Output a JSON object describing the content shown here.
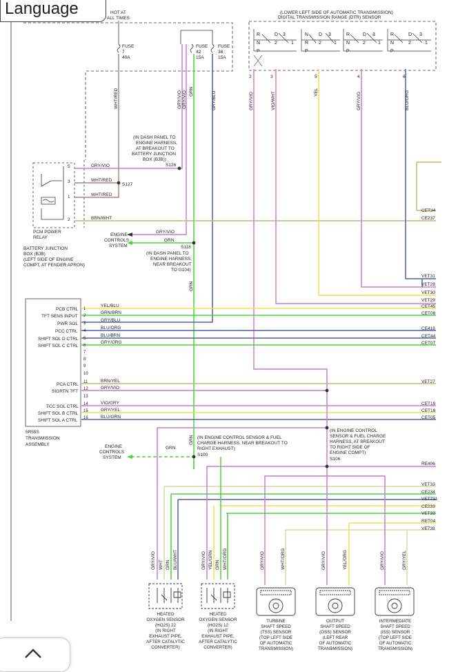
{
  "ui": {
    "language_button": "Language",
    "collapse_icon": "chevron-up-icon"
  },
  "colors": {
    "wire_gry_vio": "#c77dd4",
    "wire_green": "#4fd13a",
    "wire_yellow": "#e9e64a",
    "wire_blue": "#4e5fb0",
    "wire_brown": "#c8b46a",
    "wire_red": "#b08080",
    "ink": "#222222"
  },
  "labels": {
    "hot_at_all_times": [
      "HOT AT",
      "ALL TIMES"
    ],
    "fuse7": [
      "FUSE",
      "7",
      "40A"
    ],
    "fuse42": [
      "FUSE",
      "42",
      "15A"
    ],
    "fuse38": [
      "FUSE",
      "38",
      "15A"
    ],
    "dtr_header": [
      "(LOWER LEFT SIDE OF AUTOMATIC TRANSMISSION)",
      "DIGITAL TRANSMISSION RANGE (DTR) SENSOR"
    ],
    "dtr_pins": [
      "2",
      "3",
      "5",
      "4",
      "6"
    ],
    "wire_top": [
      "WHT/RED",
      "GRY/VIO",
      "GRY/VIO",
      "GRN",
      "GRY/BLU",
      "GRY/VIO",
      "VIO/WHT",
      "YEL",
      "GRY/VIO",
      "BLU/ORG"
    ],
    "s126_note": [
      "(IN DASH PANEL TO",
      "ENGINE HARNESS,",
      "AT BREAKOUT TO",
      "BATTERY JUNCTION",
      "BOX (BJB))",
      "S126"
    ],
    "relay_pins": [
      "5",
      "3",
      "1",
      "2"
    ],
    "relay_wires": [
      "GRY/VIO",
      "WHT/RED",
      "WHT/RED",
      "BRN/WHT"
    ],
    "s127": "S127",
    "pcm_relay": [
      "PCM POWER",
      "RELAY"
    ],
    "bjb_note": [
      "BATTERY JUNCTION",
      "BOX (BJB)",
      "(LEFT SIDE OF ENGINE",
      "COMPT, AT FENDER APRON)"
    ],
    "engine_controls_system": [
      "ENGINE",
      "CONTROLS",
      "SYSTEM"
    ],
    "ecs_wires": [
      "GRY/VIO",
      "GRN"
    ],
    "s118_note": [
      "S118",
      "(IN DASH PANEL TO",
      "ENGINE HARNESS,",
      "NEAR BREAKOUT",
      "TO G104)"
    ],
    "right_refs_top": [
      "CET34",
      "CE237",
      "VET31",
      "VET28",
      "VET30",
      "VET29"
    ],
    "trans_labels": [
      "PCB CTRL",
      "TFT SENS INPUT",
      "PWR SOL",
      "PCC CTRL",
      "SHIFT SOL D CTRL",
      "SHIFT SOL C CTRL",
      "PCA CTRL",
      "SIGRTN TFT",
      "TCC SOL CTRL",
      "SHIFT SOL B CTRL",
      "SHIFT SOL A CTRL"
    ],
    "trans_pins": [
      "1",
      "2",
      "3",
      "4",
      "5",
      "6",
      "7",
      "8",
      "9",
      "10",
      "11",
      "12",
      "13",
      "14",
      "15",
      "16"
    ],
    "trans_wire_labels": [
      "YEL/BLU",
      "GRN/BRN",
      "GRY/BLU",
      "BLU/ORG",
      "BLU/BRN",
      "GRY/ORG",
      "BRN/YEL",
      "GRY/VIO",
      "VIO/GRY",
      "GRY/YEL",
      "BLU/GRN"
    ],
    "trans_refs": [
      "CET45",
      "CET06",
      "CE418",
      "CET44",
      "CET07",
      "VET27",
      "CET19",
      "CET18",
      "CET05"
    ],
    "trans_assembly": [
      "5R55S",
      "TRANSMISSION",
      "ASSEMBLY"
    ],
    "s100_note": [
      "(IN ENGINE CONTROL SENSOR & FUEL",
      "CHARGE HARNESS, NEAR BREAKOUT TO",
      "RIGHT EXHAUST)",
      "S100"
    ],
    "s106_note": [
      "(IN ENGINE CONTROL",
      "SENSOR & FUEL CHARGE",
      "HARNESS, AT BREAKOUT",
      "TO RIGHT SIDE OF",
      "ENGINE COMPT)",
      "S106"
    ],
    "lower_refs": [
      "RE406",
      "VET33",
      "CE234",
      "VET731",
      "CE233",
      "VET33",
      "RET04",
      "VE739"
    ],
    "grn_label": "GRN",
    "sensor_wires": [
      "GRY/VIO",
      "WHT",
      "GRN",
      "BLU/WHT",
      "GRY/VIO",
      "YEL/GRN",
      "GRN",
      "WHT/ORG",
      "GRY/VIO",
      "WHT/ORG",
      "GRY/VIO",
      "YEL/ORG",
      "GRY/VIO",
      "GRY/YEL"
    ],
    "sensor_ho2s22": [
      "HEATED",
      "OXYGEN SENSOR",
      "(HO2S) 22",
      "(IN RIGHT",
      "EXHAUST PIPE,",
      "AFTER CATALYTIC",
      "CONVERTER)"
    ],
    "sensor_ho2s12": [
      "HEATED",
      "OXYGEN SENSOR",
      "(HO2S) 12",
      "(IN RIGHT",
      "EXHAUST PIPE,",
      "AFTER CATALYTIC",
      "CONVERTER)"
    ],
    "sensor_tss": [
      "TURBINE",
      "SHAFT SPEED",
      "(TSS) SENSOR",
      "(TOP LEFT SIDE",
      "OF AUTOMATIC",
      "TRANSMISSION)"
    ],
    "sensor_oss": [
      "OUTPUT",
      "SHAFT SPEED",
      "(OSS) SENSOR",
      "(LEFT REAR",
      "OF AUTOMATIC",
      "TRANSMISSION)"
    ],
    "sensor_iss": [
      "INTERMEDIATE",
      "SHAFT SPEED",
      "(ISS) SENSOR",
      "(TOP LEFT SIDE",
      "OF AUTOMATIC",
      "TRANSMISSION)"
    ]
  }
}
